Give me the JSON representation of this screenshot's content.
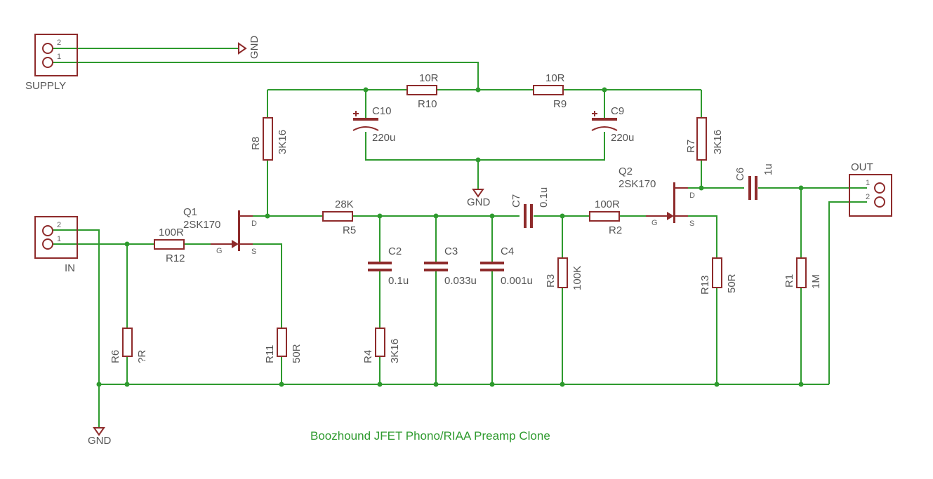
{
  "title": "Boozhound JFET Phono/RIAA Preamp Clone",
  "connectors": {
    "supply": {
      "name": "SUPPLY",
      "pin1": "1",
      "pin2": "2"
    },
    "input": {
      "name": "IN",
      "pin1": "1",
      "pin2": "2"
    },
    "output": {
      "name": "OUT",
      "pin1": "1",
      "pin2": "2"
    }
  },
  "ground_labels": {
    "supply": "GND",
    "mid": "GND",
    "input": "GND"
  },
  "transistors": {
    "q1": {
      "name": "Q1",
      "value": "2SK170",
      "d": "D",
      "g": "G",
      "s": "S"
    },
    "q2": {
      "name": "Q2",
      "value": "2SK170",
      "d": "D",
      "g": "G",
      "s": "S"
    }
  },
  "resistors": {
    "r10": {
      "name": "R10",
      "value": "10R"
    },
    "r9": {
      "name": "R9",
      "value": "10R"
    },
    "r8": {
      "name": "R8",
      "value": "3K16"
    },
    "r7": {
      "name": "R7",
      "value": "3K16"
    },
    "r5": {
      "name": "R5",
      "value": "28K"
    },
    "r12": {
      "name": "R12",
      "value": "100R"
    },
    "r2": {
      "name": "R2",
      "value": "100R"
    },
    "r6": {
      "name": "R6",
      "value": "?R"
    },
    "r11": {
      "name": "R11",
      "value": "50R"
    },
    "r4": {
      "name": "R4",
      "value": "3K16"
    },
    "r3": {
      "name": "R3",
      "value": "100K"
    },
    "r13": {
      "name": "R13",
      "value": "50R"
    },
    "r1": {
      "name": "R1",
      "value": "1M"
    }
  },
  "capacitors": {
    "c10": {
      "name": "C10",
      "value": "220u"
    },
    "c9": {
      "name": "C9",
      "value": "220u"
    },
    "c2": {
      "name": "C2",
      "value": "0.1u"
    },
    "c3": {
      "name": "C3",
      "value": "0.033u"
    },
    "c4": {
      "name": "C4",
      "value": "0.001u"
    },
    "c7": {
      "name": "C7",
      "value": "0.1u"
    },
    "c6": {
      "name": "C6",
      "value": "1u"
    }
  },
  "colors": {
    "wire": "#2e9a2e",
    "part": "#8e2b2b",
    "label": "#555555"
  }
}
